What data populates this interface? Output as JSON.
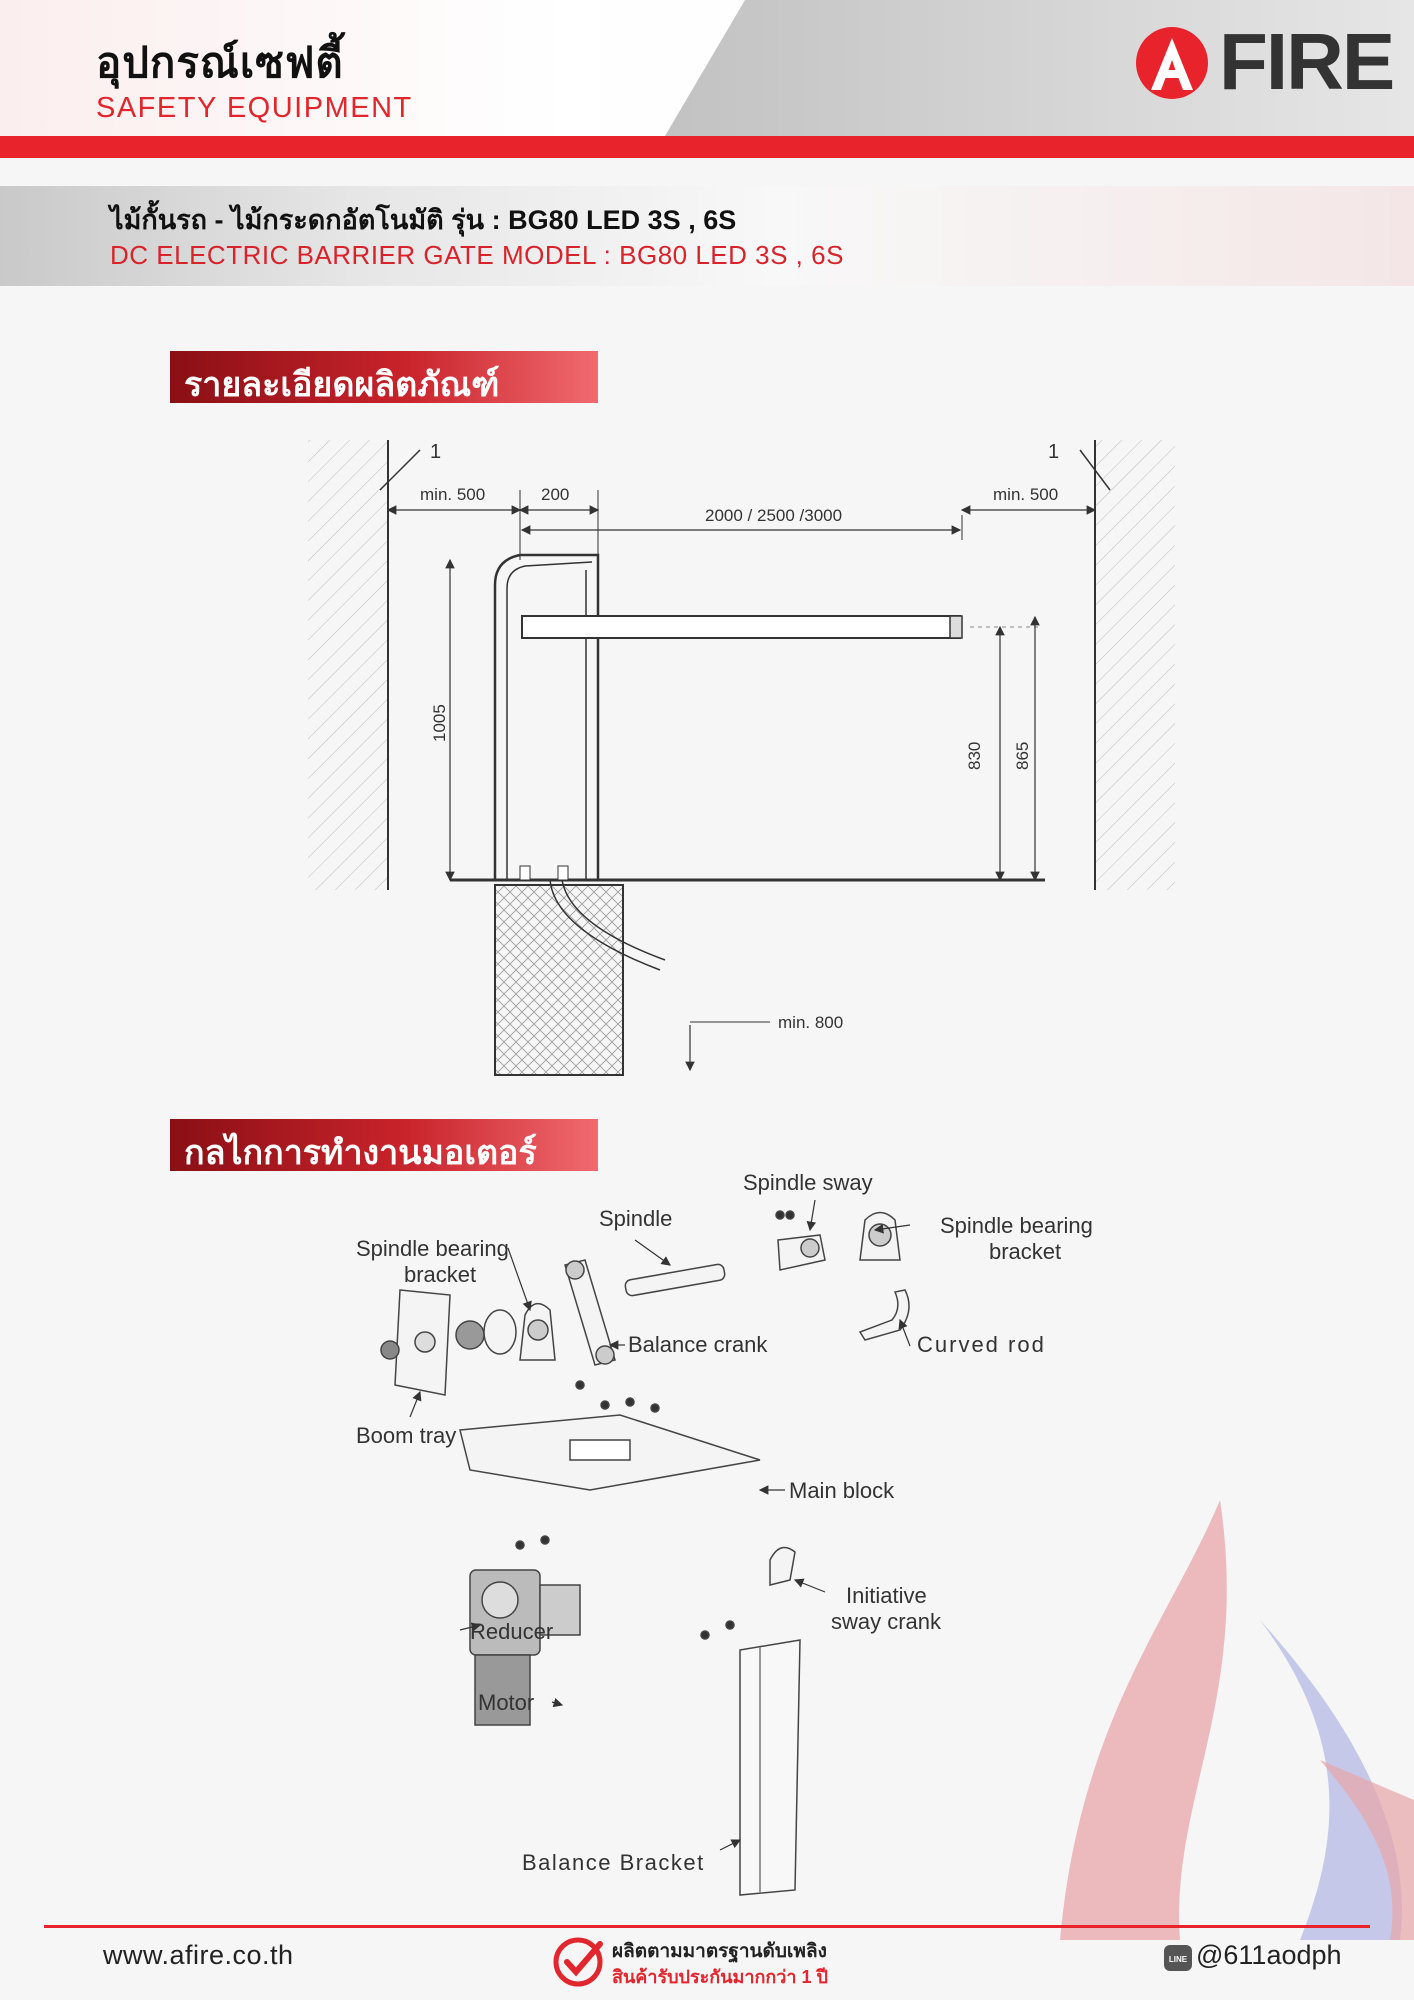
{
  "header": {
    "title_th": "อุปกรณ์เซฟตี้",
    "title_en": "SAFETY EQUIPMENT",
    "logo_text": "FIRE",
    "logo_letter": "A"
  },
  "product": {
    "model_th": "ไม้กั้นรถ - ไม้กระดกอัตโนมัติ รุ่น : BG80 LED 3S , 6S",
    "model_en": "DC ELECTRIC BARRIER GATE MODEL : BG80 LED 3S , 6S"
  },
  "sections": {
    "details": "รายละเอียดผลิตภัณฑ์",
    "mechanism": "กลไกการทำงานมอเตอร์"
  },
  "dimension_drawing": {
    "wall_left_label": "1",
    "wall_right_label": "1",
    "dim_left_clear": "min. 500",
    "dim_cabinet": "200",
    "dim_boom": "2000 / 2500 /3000",
    "dim_right_clear": "min. 500",
    "dim_height_cabinet": "1005",
    "dim_height_boom": "830",
    "dim_height_top": "865",
    "dim_foundation": "min. 800"
  },
  "exploded_view": {
    "spindle_sway": "Spindle sway",
    "spindle": "Spindle",
    "spindle_bearing_bracket_left_1": "Spindle bearing",
    "spindle_bearing_bracket_left_2": "bracket",
    "spindle_bearing_bracket_right_1": "Spindle bearing",
    "spindle_bearing_bracket_right_2": "bracket",
    "balance_crank": "Balance crank",
    "curved_rod": "Curved rod",
    "boom_tray": "Boom tray",
    "main_block": "Main block",
    "initiative_sway_crank_1": "Initiative",
    "initiative_sway_crank_2": "sway crank",
    "reducer": "Reducer",
    "motor": "Motor",
    "balance_bracket": "Balance Bracket"
  },
  "footer": {
    "website": "www.afire.co.th",
    "cert_line1": "ผลิตตามมาตรฐานดับเพลิง",
    "cert_line2": "สินค้ารับประกันมากกว่า 1 ปี",
    "line_id": "@611aodph"
  },
  "colors": {
    "brand_red": "#e8232b",
    "tag_dark": "#8a0f15",
    "text_dark": "#222222"
  }
}
